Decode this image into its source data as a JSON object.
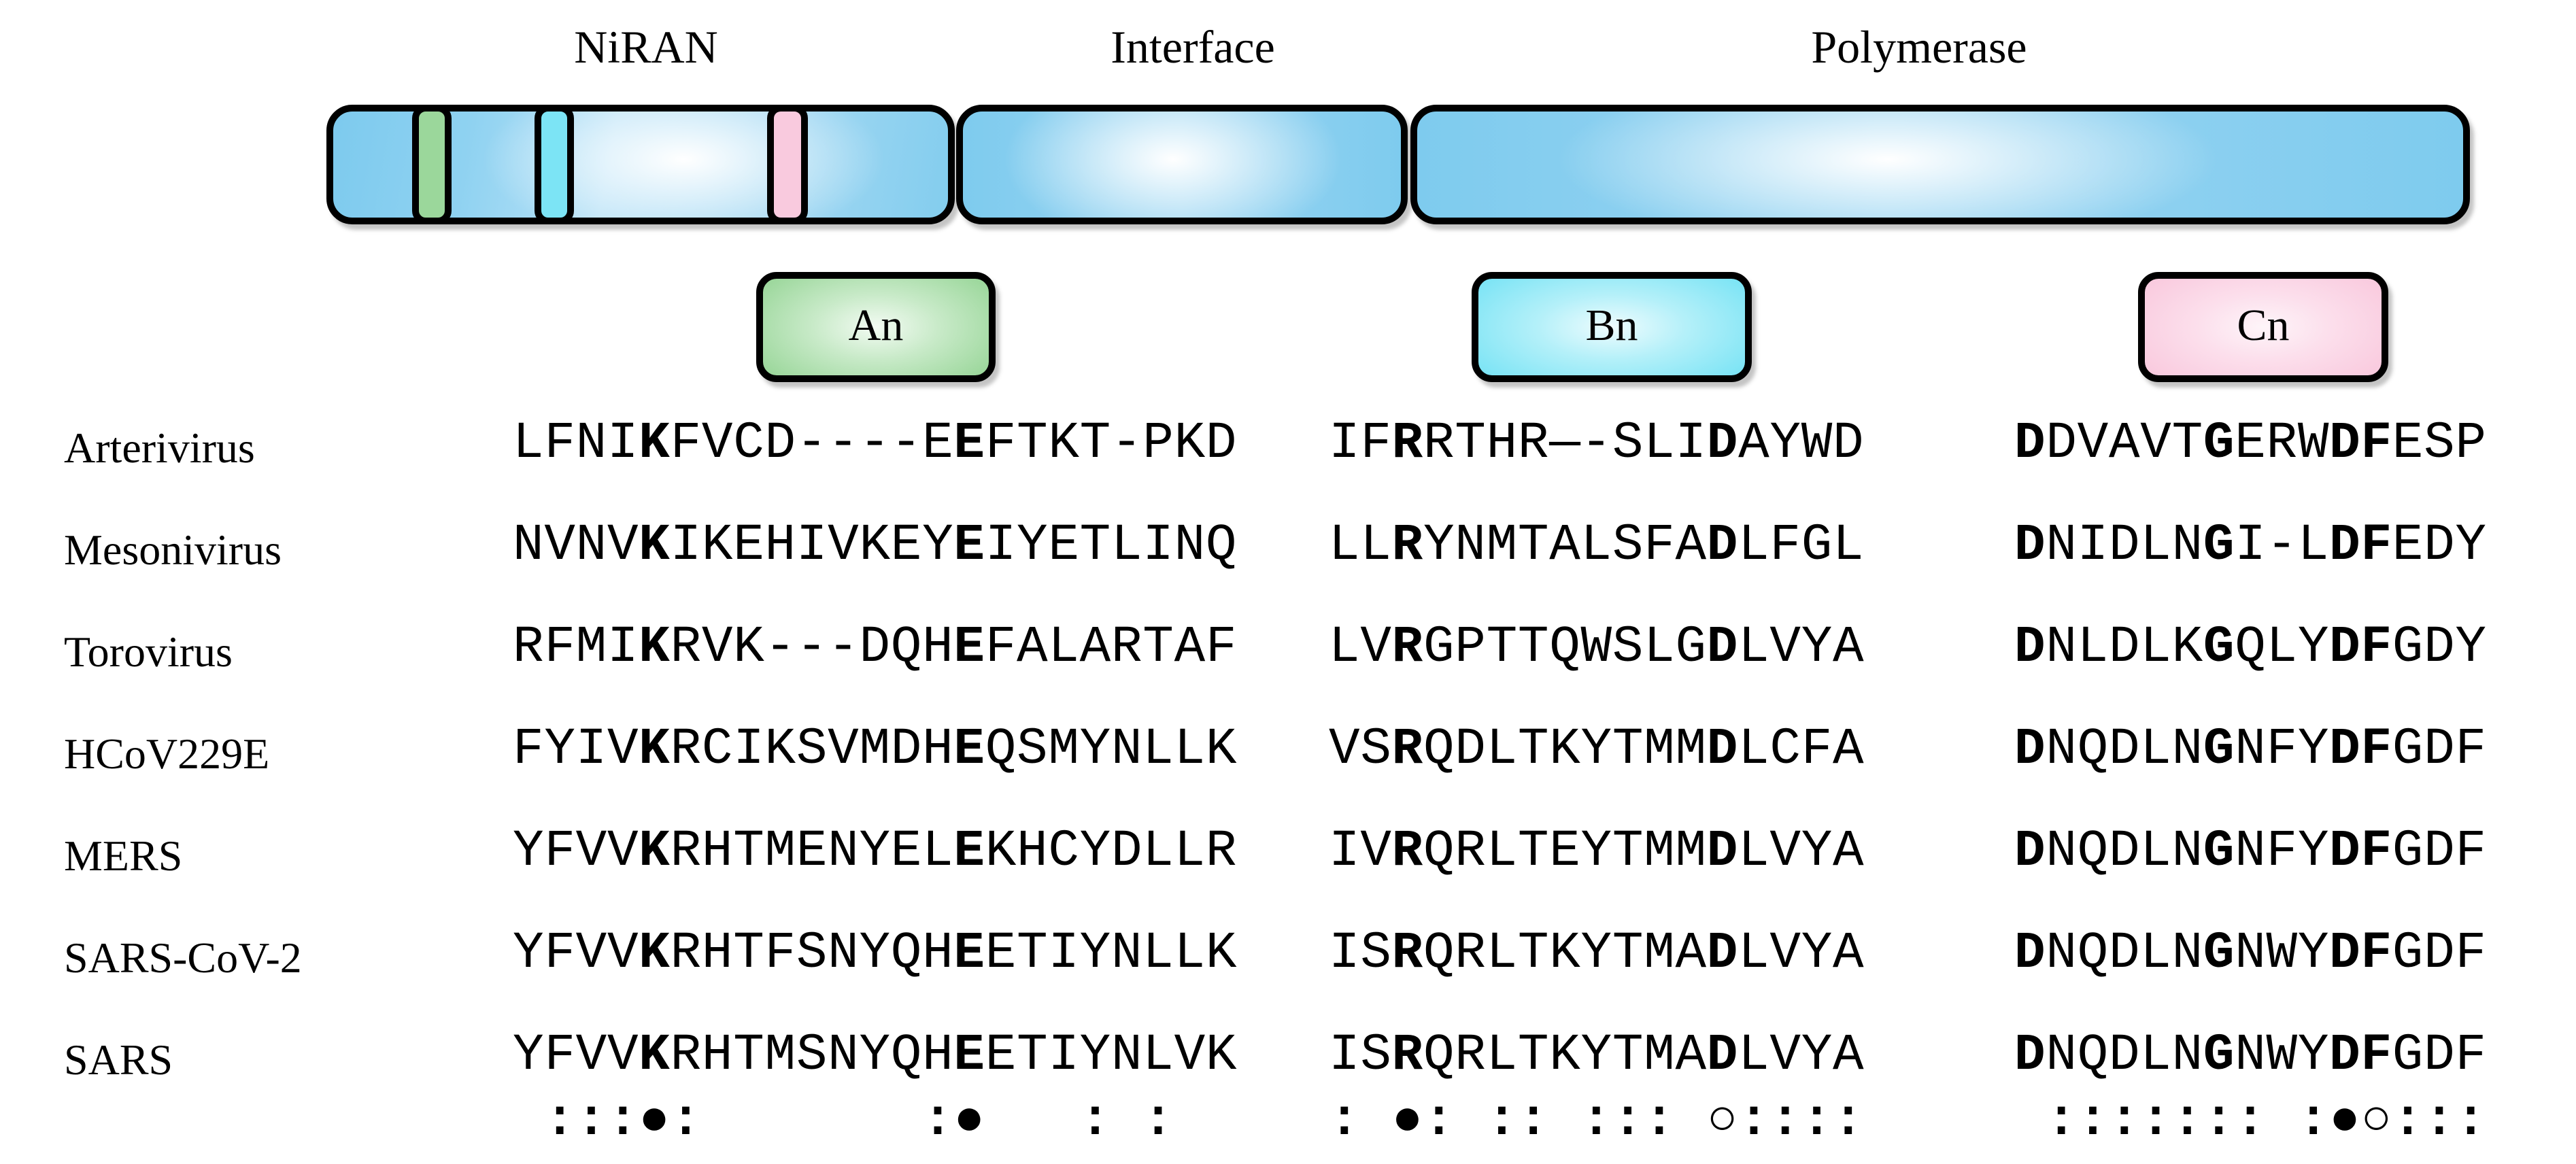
{
  "figure": {
    "domains": [
      {
        "label": "NiRAN"
      },
      {
        "label": "Interface"
      },
      {
        "label": "Polymerase"
      }
    ],
    "motif_boxes": [
      {
        "label": "An"
      },
      {
        "label": "Bn"
      },
      {
        "label": "Cn"
      }
    ],
    "colors": {
      "bar_blue": "#7ecbee",
      "bar_blue_light": "#b9e2f7",
      "stripe_green": "#9bd79b",
      "stripe_cyan": "#7ce4f5",
      "stripe_pink": "#f9cade",
      "outline": "#000000",
      "background": "#ffffff"
    }
  },
  "alignment": {
    "rows": [
      {
        "species": "Arterivirus",
        "a": "LFNIKFVCD----EEFTKT-PKD",
        "a_bold": [
          4,
          14
        ],
        "b": "IFRRTHR—-SLIDAYWD",
        "b_bold": [
          2,
          12
        ],
        "c": "DDVAVTGERWDFESP",
        "c_bold": [
          0,
          6,
          10,
          11
        ]
      },
      {
        "species": "Mesonivirus",
        "a": "NVNVKIKEHIVKEYEIYETLINQ",
        "a_bold": [
          4,
          14
        ],
        "b": "LLRYNMTALSFADLFGL",
        "b_bold": [
          2,
          12
        ],
        "c": "DNIDLNGI-LDFEDY",
        "c_bold": [
          0,
          6,
          10,
          11
        ]
      },
      {
        "species": "Torovirus",
        "a": "RFMIKRVK---DQHEFALARTAF",
        "a_bold": [
          4,
          14
        ],
        "b": "LVRGPTTQWSLGDLVYA",
        "b_bold": [
          2,
          12
        ],
        "c": "DNLDLKGQLYDFGDY",
        "c_bold": [
          0,
          6,
          10,
          11
        ]
      },
      {
        "species": "HCoV229E",
        "a": "FYIVKRCIKSVMDHEQSMYNLLK",
        "a_bold": [
          4,
          14
        ],
        "b": "VSRQDLTKYTMMDLCFA",
        "b_bold": [
          2,
          12
        ],
        "c": "DNQDLNGNFYDFGDF",
        "c_bold": [
          0,
          6,
          10,
          11
        ]
      },
      {
        "species": "MERS",
        "a": "YFVVKRHTMENYELEKHCYDLLR",
        "a_bold": [
          4,
          14
        ],
        "b": "IVRQRLTEYTMMDLVYA",
        "b_bold": [
          2,
          12
        ],
        "c": "DNQDLNGNFYDFGDF",
        "c_bold": [
          0,
          6,
          10,
          11
        ]
      },
      {
        "species": "SARS-CoV-2",
        "a": "YFVVKRHTFSNYQHEETIYNLLK",
        "a_bold": [
          4,
          14
        ],
        "b": "ISRQRLTKYTMADLVYA",
        "b_bold": [
          2,
          12
        ],
        "c": "DNQDLNGNWYDFGDF",
        "c_bold": [
          0,
          6,
          10,
          11
        ]
      },
      {
        "species": "SARS",
        "a": "YFVVKRHTMSNYQHEETIYNLVK",
        "a_bold": [
          4,
          14
        ],
        "b": "ISRQRLTKYTMADLVYA",
        "b_bold": [
          2,
          12
        ],
        "c": "DNQDLNGNWYDFGDF",
        "c_bold": [
          0,
          6,
          10,
          11
        ]
      }
    ],
    "conservation": {
      "a": " :::●:       :●   : :  ",
      "b": ": ●: :: ::: ○::::",
      "c": " ::::::: :●○:::"
    }
  }
}
